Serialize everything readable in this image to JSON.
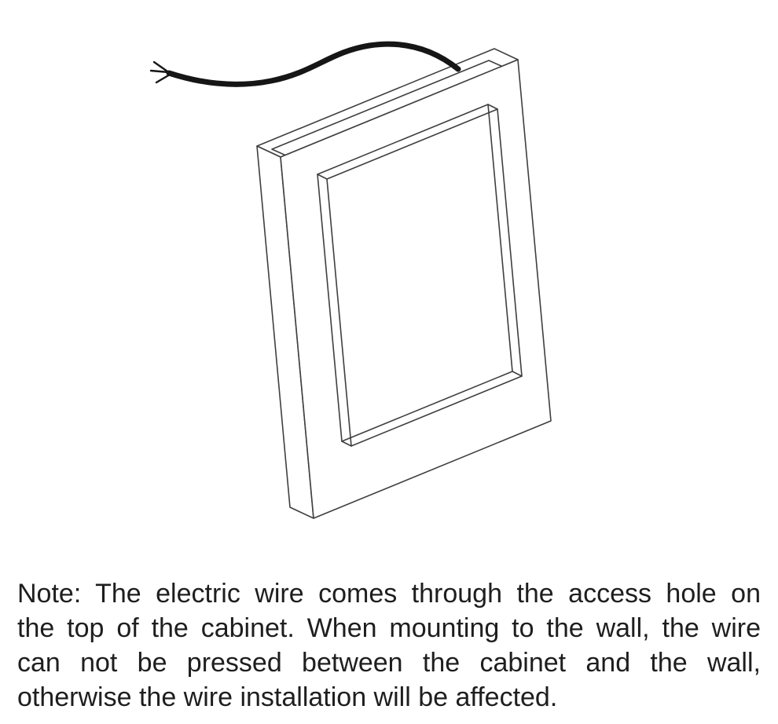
{
  "theme": {
    "bg": "#ffffff",
    "line_color": "#3f3f3f",
    "wire_color": "#161616",
    "text_color": "#1e1e1e"
  },
  "figure": {
    "name": "cabinet-wire-diagram",
    "description": "Perspective line drawing of a wall cabinet with an electric wire coming out of the access hole on its top"
  },
  "note": {
    "lines": [
      "Note: The electric wire comes through the access hole on",
      "the top of the cabinet. When mounting to the wall, the wire",
      "can not be pressed between the cabinet and the wall,",
      "otherwise the wire installation will be affected."
    ]
  }
}
